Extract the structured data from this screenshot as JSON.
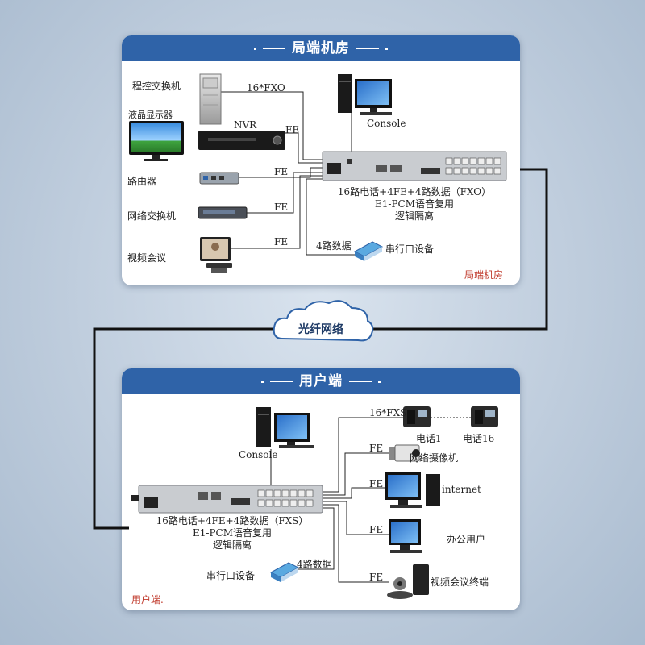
{
  "central": {
    "title": "局端机房",
    "footer": "局端机房",
    "devices": {
      "pbx": "程控交换机",
      "lcd": "液晶显示器",
      "nvr": "NVR",
      "router": "路由器",
      "switch": "网络交换机",
      "video_conf": "视频会议",
      "console": "Console",
      "serial": "串行口设备"
    },
    "links": {
      "phone": "16*FXO",
      "fe": "FE",
      "data": "4路数据"
    },
    "mux": {
      "line1": "16路电话+4FE+4路数据（FXO）",
      "line2": "E1-PCM语音复用",
      "line3": "逻辑隔离"
    }
  },
  "network": {
    "cloud_label": "光纤网络"
  },
  "user": {
    "title": "用户端",
    "footer": "用户端.",
    "devices": {
      "console": "Console",
      "phone1": "电话1",
      "phone16": "电话16",
      "camera": "网络摄像机",
      "internet": "internet",
      "office": "办公用户",
      "video_term": "视频会议终端",
      "serial": "串行口设备"
    },
    "links": {
      "phone": "16*FXS",
      "fe": "FE",
      "data": "4路数据"
    },
    "mux": {
      "line1": "16路电话+4FE+4路数据（FXS）",
      "line2": "E1-PCM语音复用",
      "line3": "逻辑隔离"
    }
  }
}
